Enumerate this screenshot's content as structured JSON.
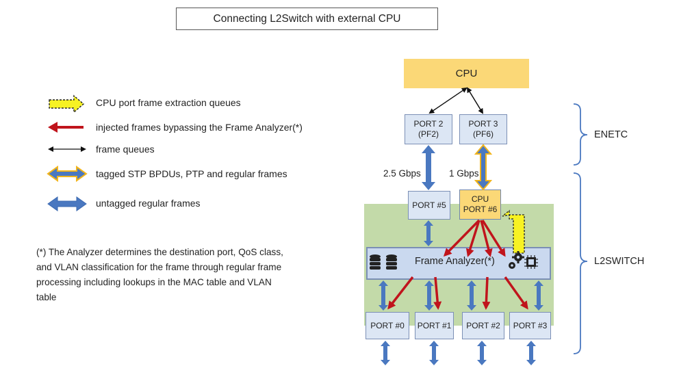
{
  "title": "Connecting L2Switch with external CPU",
  "legend": [
    {
      "icon": "yellow-dashed-arrow",
      "label": "CPU port frame extraction queues"
    },
    {
      "icon": "red-arrow",
      "label": "injected frames bypassing the Frame Analyzer(*)"
    },
    {
      "icon": "black-double-arrow",
      "label": "frame queues"
    },
    {
      "icon": "blue-gold-double-arrow",
      "label": "tagged STP BPDUs, PTP and regular frames"
    },
    {
      "icon": "blue-double-arrow",
      "label": "untagged regular frames"
    }
  ],
  "note": "(*) The Analyzer determines the destination port, QoS class, and VLAN classification for the frame through regular frame processing including lookups in the MAC table and VLAN table",
  "diagram": {
    "cpu": "CPU",
    "enetc_ports": [
      {
        "line1": "PORT 2",
        "line2": "(PF2)"
      },
      {
        "line1": "PORT 3",
        "line2": "(PF6)"
      }
    ],
    "speeds": {
      "left": "2.5 Gbps",
      "right": "1 Gbps"
    },
    "switch_top_ports": {
      "port5": "PORT #5",
      "cpu_port_line1": "CPU",
      "cpu_port_line2": "PORT #6"
    },
    "analyzer": "Frame Analyzer(*)",
    "bottom_ports": [
      "PORT #0",
      "PORT #1",
      "PORT #2",
      "PORT #3"
    ],
    "groups": {
      "enetc": "ENETC",
      "l2switch": "L2SWITCH"
    },
    "colors": {
      "cpu": "#fbd877",
      "switch_area": "#b9d49a",
      "port_fill": "#dce6f4",
      "blue_arrow": "#4a78c0",
      "red_arrow": "#c0141c",
      "gold": "#f2b51c"
    }
  }
}
